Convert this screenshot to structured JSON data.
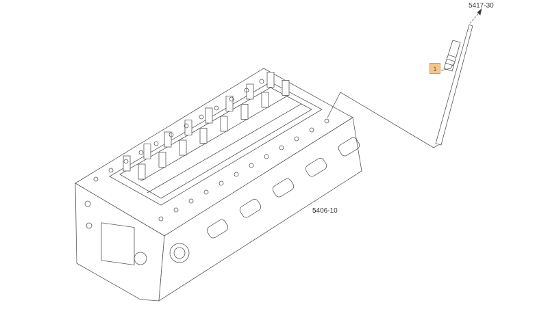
{
  "diagram": {
    "callouts": [
      {
        "number": "1"
      }
    ],
    "references": {
      "glow_plug_ref": "5417-30",
      "cylinder_head_ref": "5406-10"
    },
    "colors": {
      "callout_fill": "#f7c58a",
      "line": "#555555"
    }
  }
}
